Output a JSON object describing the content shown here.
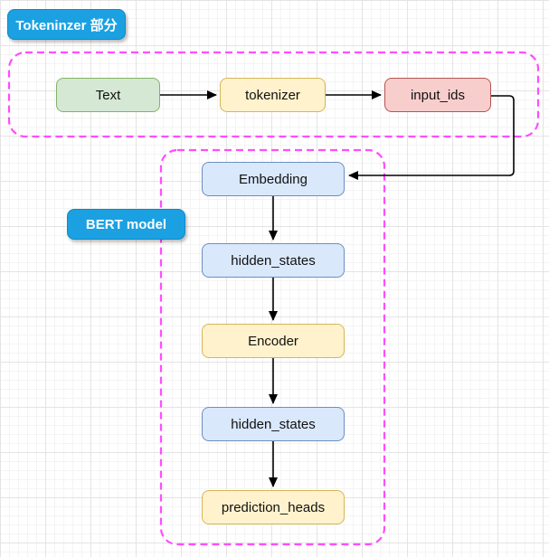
{
  "diagram": {
    "section_labels": {
      "tokenizer_section": {
        "text": "Tokeninzer 部分",
        "fill": "#1BA1E2",
        "text_color": "#FFFFFF"
      },
      "bert_model": {
        "text": "BERT model",
        "fill": "#1BA1E2",
        "text_color": "#FFFFFF"
      }
    },
    "nodes": {
      "text_node": {
        "label": "Text",
        "fill": "#D5E8D4",
        "stroke": "#82B366"
      },
      "tokenizer": {
        "label": "tokenizer",
        "fill": "#FFF2CC",
        "stroke": "#D6B656"
      },
      "input_ids": {
        "label": "input_ids",
        "fill": "#F8CECC",
        "stroke": "#B85450"
      },
      "embedding": {
        "label": "Embedding",
        "fill": "#DAE8FC",
        "stroke": "#6C8EBF"
      },
      "hidden_states_1": {
        "label": "hidden_states",
        "fill": "#DAE8FC",
        "stroke": "#6C8EBF"
      },
      "encoder": {
        "label": "Encoder",
        "fill": "#FFF2CC",
        "stroke": "#D6B656"
      },
      "hidden_states_2": {
        "label": "hidden_states",
        "fill": "#DAE8FC",
        "stroke": "#6C8EBF"
      },
      "prediction_heads": {
        "label": "prediction_heads",
        "fill": "#FFF2CC",
        "stroke": "#D6B656"
      }
    },
    "containers": {
      "tokenizer_group": {
        "stroke": "#FF4DFF",
        "style": "dashed"
      },
      "bert_group": {
        "stroke": "#FF4DFF",
        "style": "dashed"
      }
    },
    "edges": [
      {
        "from": "Text",
        "to": "tokenizer"
      },
      {
        "from": "tokenizer",
        "to": "input_ids"
      },
      {
        "from": "input_ids",
        "to": "Embedding"
      },
      {
        "from": "Embedding",
        "to": "hidden_states"
      },
      {
        "from": "hidden_states",
        "to": "Encoder"
      },
      {
        "from": "Encoder",
        "to": "hidden_states"
      },
      {
        "from": "hidden_states",
        "to": "prediction_heads"
      }
    ],
    "edge_color": "#000000",
    "background": {
      "grid_minor": "#f4f4f4",
      "grid_major": "#e4e4e4",
      "base": "#ffffff"
    }
  }
}
